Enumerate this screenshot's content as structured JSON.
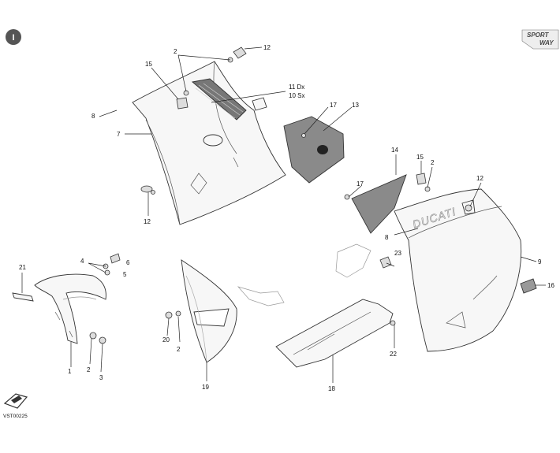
{
  "diagram": {
    "badge_left": "I",
    "logo_line1": "SPORT",
    "logo_line2": "WAY",
    "drawing_code": "VST00225",
    "callouts": {
      "n1": "1",
      "n2a": "2",
      "n2b": "2",
      "n2c": "2",
      "n2d": "2",
      "n3": "3",
      "n4": "4",
      "n5": "5",
      "n6": "6",
      "n7": "7",
      "n8a": "8",
      "n8b": "8",
      "n9": "9",
      "n10": "10 Sx",
      "n11": "11 Dx",
      "n12a": "12",
      "n12b": "12",
      "n12c": "12",
      "n13": "13",
      "n14": "14",
      "n15a": "15",
      "n15b": "15",
      "n16": "16",
      "n17a": "17",
      "n17b": "17",
      "n18": "18",
      "n19": "19",
      "n20": "20",
      "n21": "21",
      "n22": "22",
      "n23": "23"
    },
    "decal_text": "DUCATI"
  }
}
